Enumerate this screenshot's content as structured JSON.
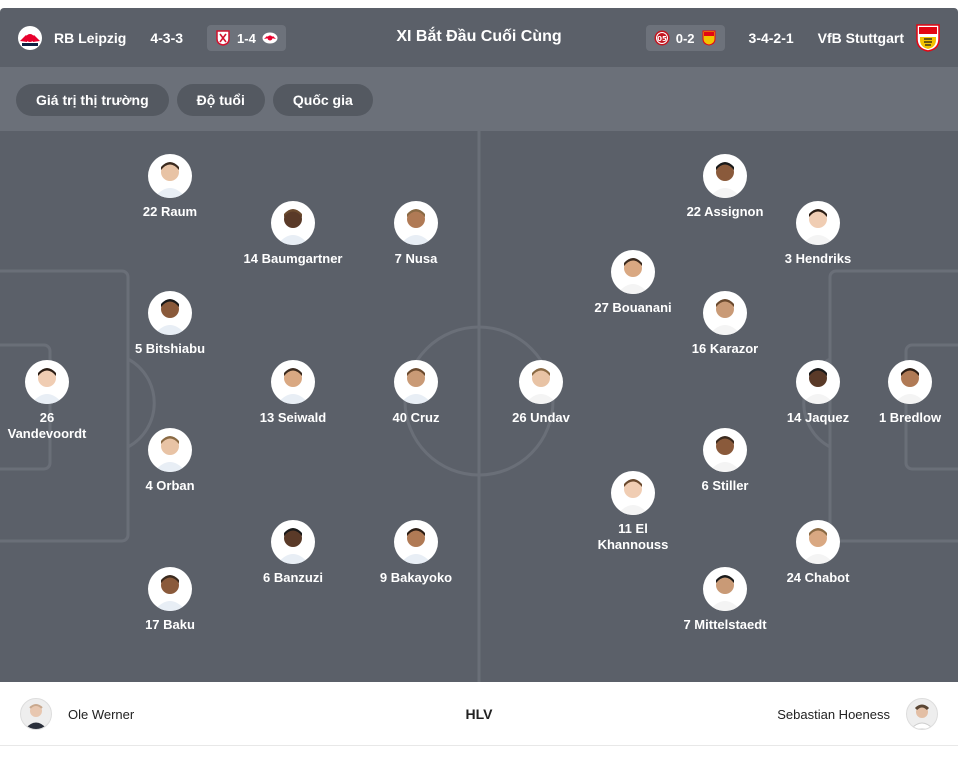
{
  "header": {
    "title": "XI Bắt Đầu Cuối Cùng",
    "home_team": "RB Leipzig",
    "home_formation": "4-3-3",
    "home_last_score": "1-4",
    "away_team": "VfB Stuttgart",
    "away_formation": "3-4-2-1",
    "away_last_score": "0-2"
  },
  "filters": [
    "Giá trị thị trường",
    "Độ tuổi",
    "Quốc gia"
  ],
  "home_players": [
    {
      "label": "22 Raum"
    },
    {
      "label": "14 Baumgartner"
    },
    {
      "label": "7 Nusa"
    },
    {
      "label": "5 Bitshiabu"
    },
    {
      "label": "26 Vandevoordt"
    },
    {
      "label": "13 Seiwald"
    },
    {
      "label": "40 Cruz"
    },
    {
      "label": "4 Orban"
    },
    {
      "label": "6 Banzuzi"
    },
    {
      "label": "9 Bakayoko"
    },
    {
      "label": "17 Baku"
    }
  ],
  "away_players": [
    {
      "label": "22 Assignon"
    },
    {
      "label": "3 Hendriks"
    },
    {
      "label": "27 Bouanani"
    },
    {
      "label": "16 Karazor"
    },
    {
      "label": "26 Undav"
    },
    {
      "label": "14 Jaquez"
    },
    {
      "label": "1 Bredlow"
    },
    {
      "label": "6 Stiller"
    },
    {
      "label": "11 El Khannouss"
    },
    {
      "label": "24 Chabot"
    },
    {
      "label": "7 Mittelstaedt"
    }
  ],
  "coaches": {
    "label": "HLV",
    "home": "Ole Werner",
    "away": "Sebastian Hoeness"
  },
  "colors": {
    "pitch": "#5b6069",
    "header": "#5b6069",
    "filterbar": "#6b7079",
    "pill": "#545961"
  }
}
